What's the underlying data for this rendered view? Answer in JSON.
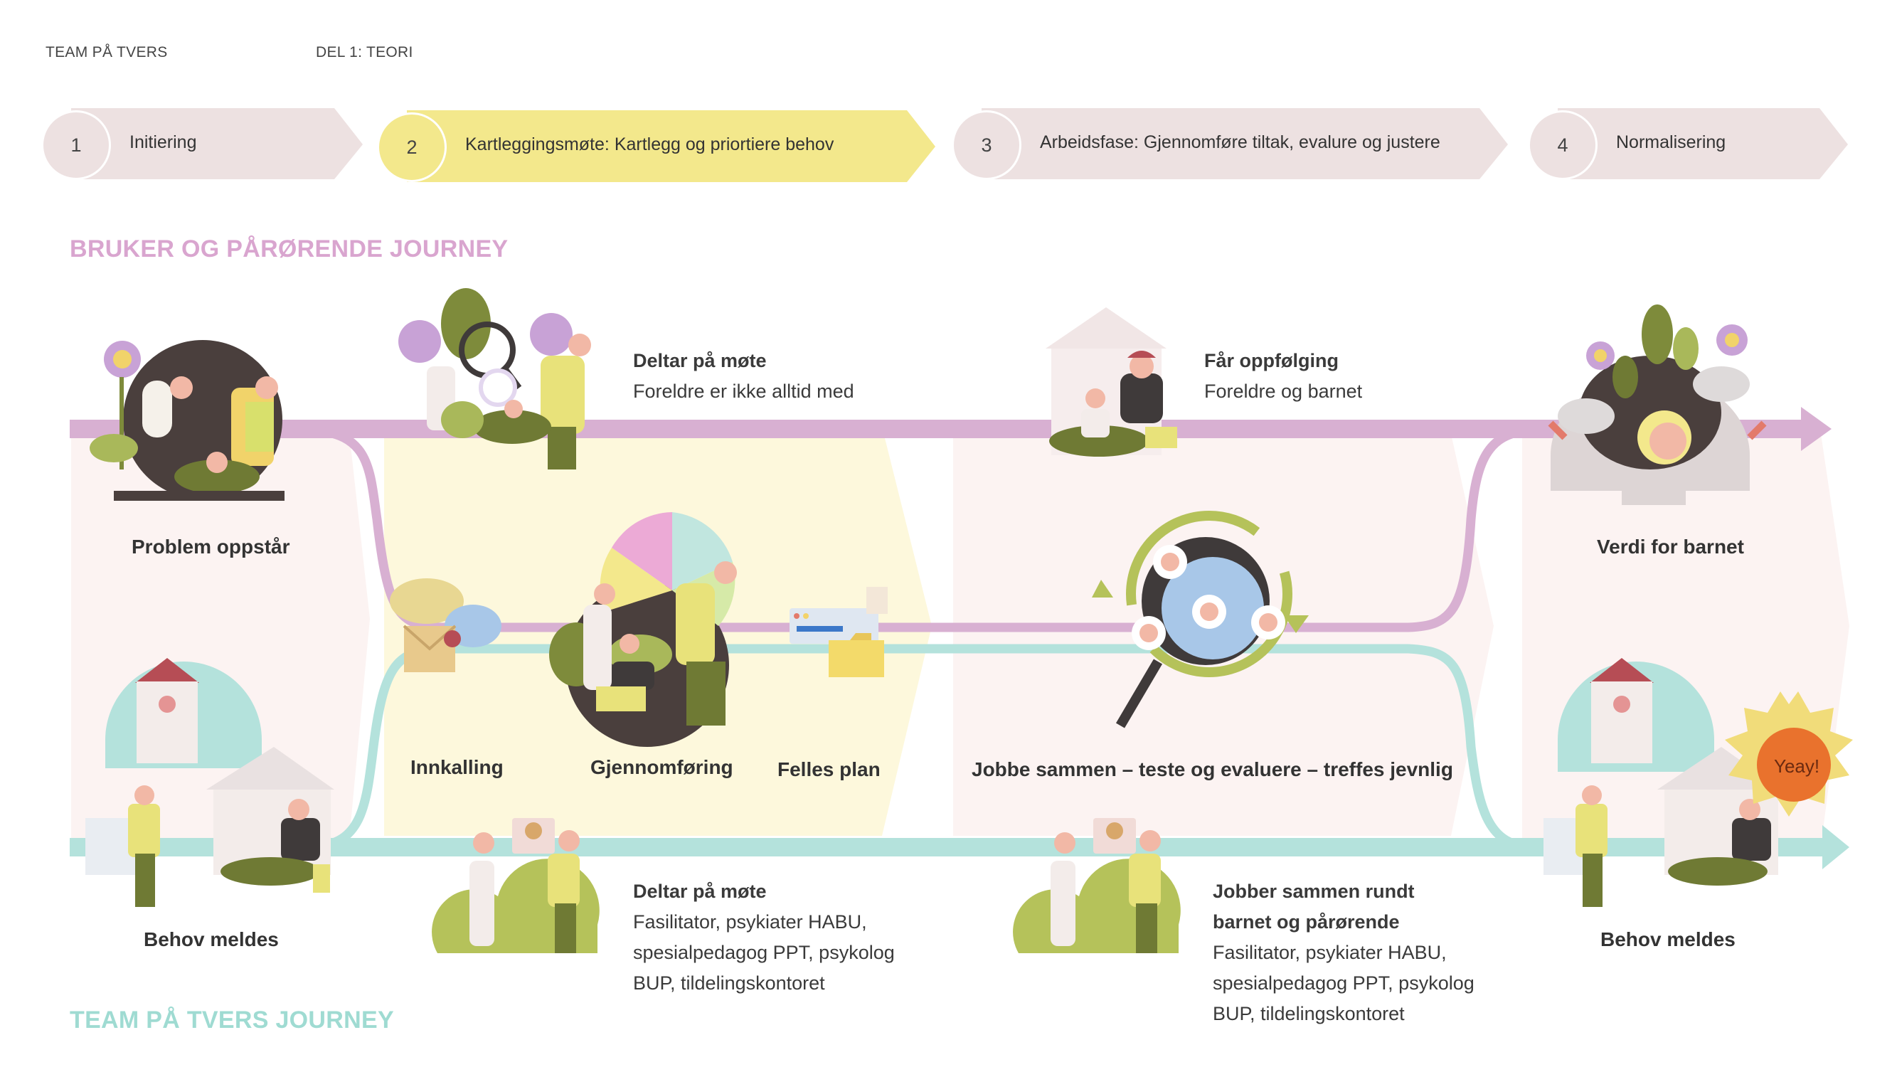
{
  "header": {
    "left": "TEAM PÅ TVERS",
    "right": "DEL 1:  TEORI"
  },
  "stages": [
    {
      "num": "1",
      "label": "Initiering"
    },
    {
      "num": "2",
      "label": "Kartleggingsmøte: Kartlegg og priortiere behov"
    },
    {
      "num": "3",
      "label": "Arbeidsfase: Gjennomføre tiltak, evalure og justere"
    },
    {
      "num": "4",
      "label": "Normalisering"
    }
  ],
  "sections": {
    "user_journey": "BRUKER OG PÅRØRENDE JOURNEY",
    "team_journey": "TEAM PÅ TVERS JOURNEY"
  },
  "labels": {
    "problem": "Problem oppstår",
    "value": "Verdi for barnet",
    "need_left": "Behov meldes",
    "need_right": "Behov meldes",
    "invite": "Innkalling",
    "execute": "Gjennomføring",
    "plan": "Felles plan",
    "work_together": "Jobbe sammen –  teste og evaluere –  treffes jevnlig",
    "yeay": "Yeay!"
  },
  "notes": {
    "user_meeting": {
      "title": "Deltar på møte",
      "lines": [
        "Foreldre er ikke alltid med"
      ]
    },
    "followup": {
      "title": "Får oppfølging",
      "lines": [
        "Foreldre og barnet"
      ]
    },
    "team_meeting": {
      "title": "Deltar på møte",
      "lines": [
        "Fasilitator, psykiater HABU,",
        "spesialpedagog PPT, psykolog",
        "BUP, tildelingskontoret"
      ]
    },
    "team_work": {
      "title": "Jobber sammen rundt",
      "title2": "barnet og pårørende",
      "lines": [
        "Fasilitator, psykiater HABU,",
        "spesialpedagog PPT, psykolog",
        "BUP, tildelingskontoret"
      ]
    }
  },
  "colors": {
    "user_line": "#d8b0d2",
    "team_line": "#b4e2dc",
    "active_stage": "#f3e88c",
    "inactive_stage": "#ede1e1",
    "user_title": "#d9a5cf",
    "team_title": "#9fdbd2"
  }
}
